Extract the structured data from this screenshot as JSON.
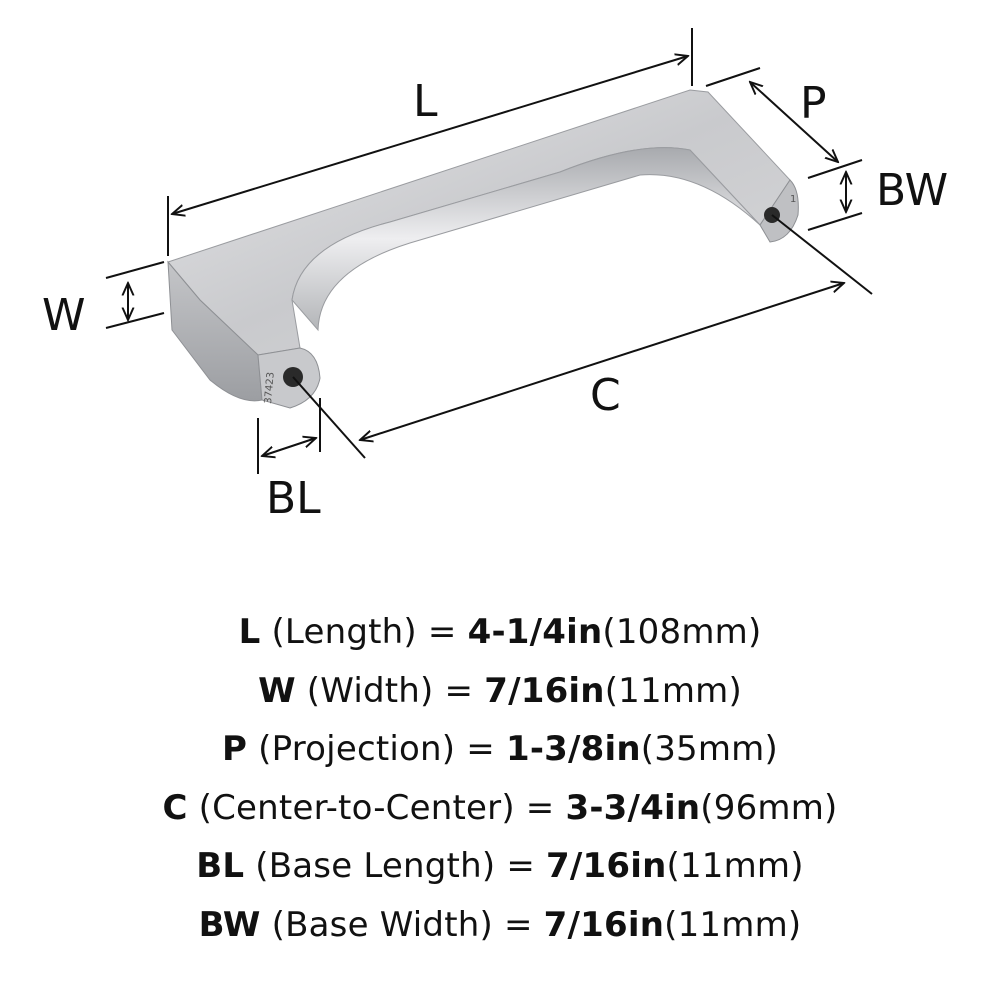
{
  "diagram": {
    "part_number": "37423",
    "end_mark": "1",
    "labels": {
      "L": "L",
      "W": "W",
      "P": "P",
      "BW": "BW",
      "C": "C",
      "BL": "BL"
    }
  },
  "specs": [
    {
      "key": "L",
      "name": "(Length)",
      "value": "4-1/4in",
      "metric": "(108mm)"
    },
    {
      "key": "W",
      "name": "(Width)",
      "value": "7/16in",
      "metric": "(11mm)"
    },
    {
      "key": "P",
      "name": "(Projection)",
      "value": "1-3/8in",
      "metric": "(35mm)"
    },
    {
      "key": "C",
      "name": "(Center-to-Center)",
      "value": "3-3/4in",
      "metric": "(96mm)"
    },
    {
      "key": "BL",
      "name": "(Base Length)",
      "value": "7/16in",
      "metric": "(11mm)"
    },
    {
      "key": "BW",
      "name": "(Base Width)",
      "value": "7/16in",
      "metric": "(11mm)"
    }
  ],
  "colors": {
    "metal_light": "#d9d9db",
    "metal_mid": "#b9babd",
    "metal_dark": "#8e9094",
    "line": "#111111"
  }
}
